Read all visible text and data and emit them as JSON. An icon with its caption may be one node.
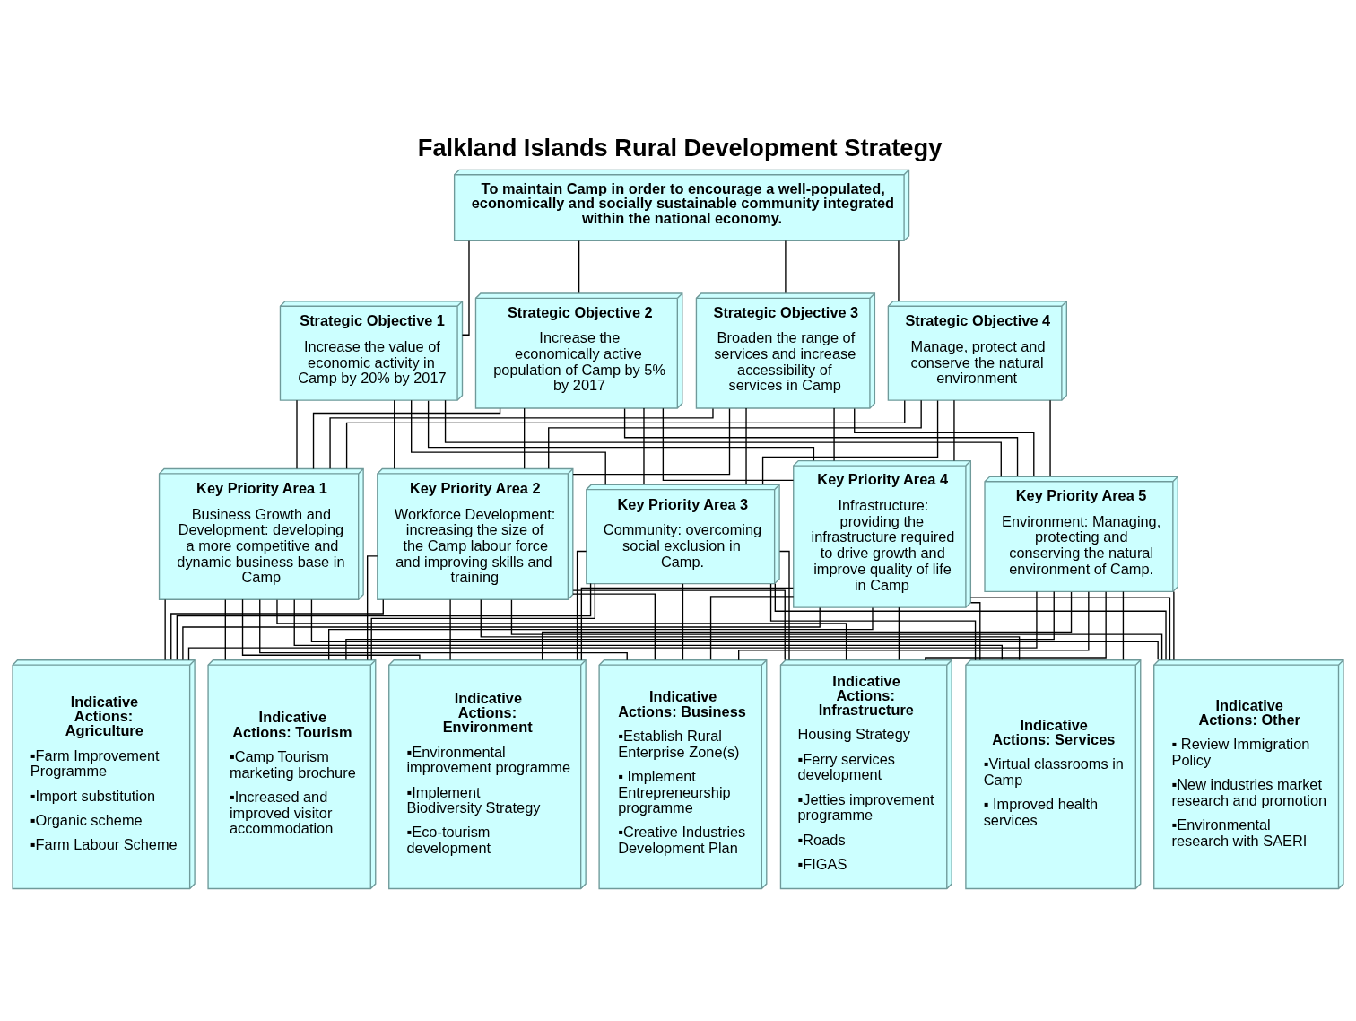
{
  "diagram": {
    "title": "Falkland Islands Rural Development Strategy",
    "nodes": [
      {
        "text": [
          "To maintain Camp in order to encourage a well-populated, economically and socially sustainable community integrated within the national economy."
        ]
      },
      {
        "text": [
          "Strategic Objective 1",
          "Increase the value of economic activity in Camp by 20% by 2017"
        ]
      },
      {
        "text": [
          "Strategic Objective 2",
          "Increase the economically active population of Camp by 5% by 2017"
        ]
      },
      {
        "text": [
          "Strategic Objective 3",
          "Broaden the range of services and increase accessibility of services in Camp"
        ]
      },
      {
        "text": [
          "Strategic Objective 4",
          "Manage, protect and conserve the natural environment"
        ]
      },
      {
        "text": [
          "Key Priority Area 1",
          "Business Growth and Development: developing a more competitive and dynamic business base in Camp"
        ]
      },
      {
        "text": [
          "Key Priority Area 2",
          "Workforce Development: increasing the size of the Camp labour force and improving skills and training"
        ]
      },
      {
        "text": [
          "Key Priority Area 3",
          "Community: overcoming social exclusion in Camp."
        ]
      },
      {
        "text": [
          "Key Priority Area 4",
          "Infrastructure: providing the infrastructure required to drive growth and improve quality of life in Camp"
        ]
      },
      {
        "text": [
          "Key Priority Area 5",
          "Environment: Managing, protecting and conserving the natural environment of Camp."
        ]
      },
      {
        "text": [
          "Indicative Actions: Agriculture",
          "▪Farm Improvement Programme",
          "▪Import substitution",
          "▪Organic scheme",
          "▪Farm Labour Scheme"
        ]
      },
      {
        "text": [
          "Indicative Actions: Tourism",
          "▪Camp Tourism marketing brochure",
          "▪Increased and improved visitor accommodation"
        ]
      },
      {
        "text": [
          "Indicative Actions: Environment",
          "▪Environmental improvement programme",
          "▪Implement Biodiversity Strategy",
          "▪Eco-tourism development"
        ]
      },
      {
        "text": [
          "Indicative Actions: Business",
          "▪Establish Rural Enterprise Zone(s)",
          "▪ Implement Entrepreneurship programme",
          "▪Creative Industries Development Plan"
        ]
      },
      {
        "text": [
          "Indicative Actions: Infrastructure",
          "Housing Strategy",
          "▪Ferry services development",
          "▪Jetties improvement programme",
          "▪Roads",
          "▪FIGAS"
        ]
      },
      {
        "text": [
          "Indicative Actions: Services",
          "▪Virtual classrooms in Camp",
          "▪ Improved health services"
        ]
      },
      {
        "text": [
          "Indicative Actions: Other",
          "▪ Review Immigration Policy",
          "▪New industries market research and promotion",
          "▪Environmental research with SAERI"
        ]
      }
    ],
    "edges": [
      {
        "from": 0,
        "to": 1,
        "arrow": "none"
      },
      {
        "from": 0,
        "to": 2,
        "arrow": "none"
      },
      {
        "from": 0,
        "to": 3,
        "arrow": "none"
      },
      {
        "from": 0,
        "to": 4,
        "arrow": "none"
      },
      {
        "from": 1,
        "to": 5,
        "arrow": "none"
      },
      {
        "from": 1,
        "to": 6,
        "arrow": "none"
      },
      {
        "from": 1,
        "to": 7,
        "arrow": "none"
      },
      {
        "from": 1,
        "to": 8,
        "arrow": "none"
      },
      {
        "from": 1,
        "to": 9,
        "arrow": "none"
      },
      {
        "from": 2,
        "to": 5,
        "arrow": "none"
      },
      {
        "from": 2,
        "to": 6,
        "arrow": "none"
      },
      {
        "from": 2,
        "to": 7,
        "arrow": "none"
      },
      {
        "from": 2,
        "to": 8,
        "arrow": "none"
      },
      {
        "from": 2,
        "to": 9,
        "arrow": "none"
      },
      {
        "from": 3,
        "to": 5,
        "arrow": "none"
      },
      {
        "from": 3,
        "to": 6,
        "arrow": "none"
      },
      {
        "from": 3,
        "to": 7,
        "arrow": "none"
      },
      {
        "from": 3,
        "to": 8,
        "arrow": "none"
      },
      {
        "from": 3,
        "to": 9,
        "arrow": "none"
      },
      {
        "from": 4,
        "to": 5,
        "arrow": "none"
      },
      {
        "from": 4,
        "to": 6,
        "arrow": "none"
      },
      {
        "from": 4,
        "to": 7,
        "arrow": "none"
      },
      {
        "from": 4,
        "to": 8,
        "arrow": "none"
      },
      {
        "from": 4,
        "to": 9,
        "arrow": "none"
      },
      {
        "from": 5,
        "to": 10,
        "arrow": "none"
      },
      {
        "from": 5,
        "to": 11,
        "arrow": "none"
      },
      {
        "from": 5,
        "to": 12,
        "arrow": "none"
      },
      {
        "from": 5,
        "to": 13,
        "arrow": "none"
      },
      {
        "from": 5,
        "to": 14,
        "arrow": "none"
      },
      {
        "from": 5,
        "to": 15,
        "arrow": "none"
      },
      {
        "from": 5,
        "to": 16,
        "arrow": "none"
      },
      {
        "from": 6,
        "to": 10,
        "arrow": "none"
      },
      {
        "from": 6,
        "to": 11,
        "arrow": "none"
      },
      {
        "from": 6,
        "to": 12,
        "arrow": "none"
      },
      {
        "from": 6,
        "to": 13,
        "arrow": "none"
      },
      {
        "from": 6,
        "to": 14,
        "arrow": "none"
      },
      {
        "from": 6,
        "to": 15,
        "arrow": "none"
      },
      {
        "from": 6,
        "to": 16,
        "arrow": "none"
      },
      {
        "from": 7,
        "to": 10,
        "arrow": "none"
      },
      {
        "from": 7,
        "to": 11,
        "arrow": "none"
      },
      {
        "from": 7,
        "to": 12,
        "arrow": "none"
      },
      {
        "from": 7,
        "to": 13,
        "arrow": "none"
      },
      {
        "from": 7,
        "to": 14,
        "arrow": "none"
      },
      {
        "from": 7,
        "to": 15,
        "arrow": "none"
      },
      {
        "from": 7,
        "to": 16,
        "arrow": "none"
      },
      {
        "from": 8,
        "to": 10,
        "arrow": "none"
      },
      {
        "from": 8,
        "to": 11,
        "arrow": "none"
      },
      {
        "from": 8,
        "to": 12,
        "arrow": "none"
      },
      {
        "from": 8,
        "to": 13,
        "arrow": "none"
      },
      {
        "from": 8,
        "to": 14,
        "arrow": "none"
      },
      {
        "from": 8,
        "to": 15,
        "arrow": "none"
      },
      {
        "from": 8,
        "to": 16,
        "arrow": "none"
      },
      {
        "from": 9,
        "to": 10,
        "arrow": "none"
      },
      {
        "from": 9,
        "to": 11,
        "arrow": "none"
      },
      {
        "from": 9,
        "to": 12,
        "arrow": "none"
      },
      {
        "from": 9,
        "to": 13,
        "arrow": "none"
      },
      {
        "from": 9,
        "to": 14,
        "arrow": "none"
      },
      {
        "from": 9,
        "to": 15,
        "arrow": "none"
      },
      {
        "from": 9,
        "to": 16,
        "arrow": "none"
      }
    ]
  }
}
